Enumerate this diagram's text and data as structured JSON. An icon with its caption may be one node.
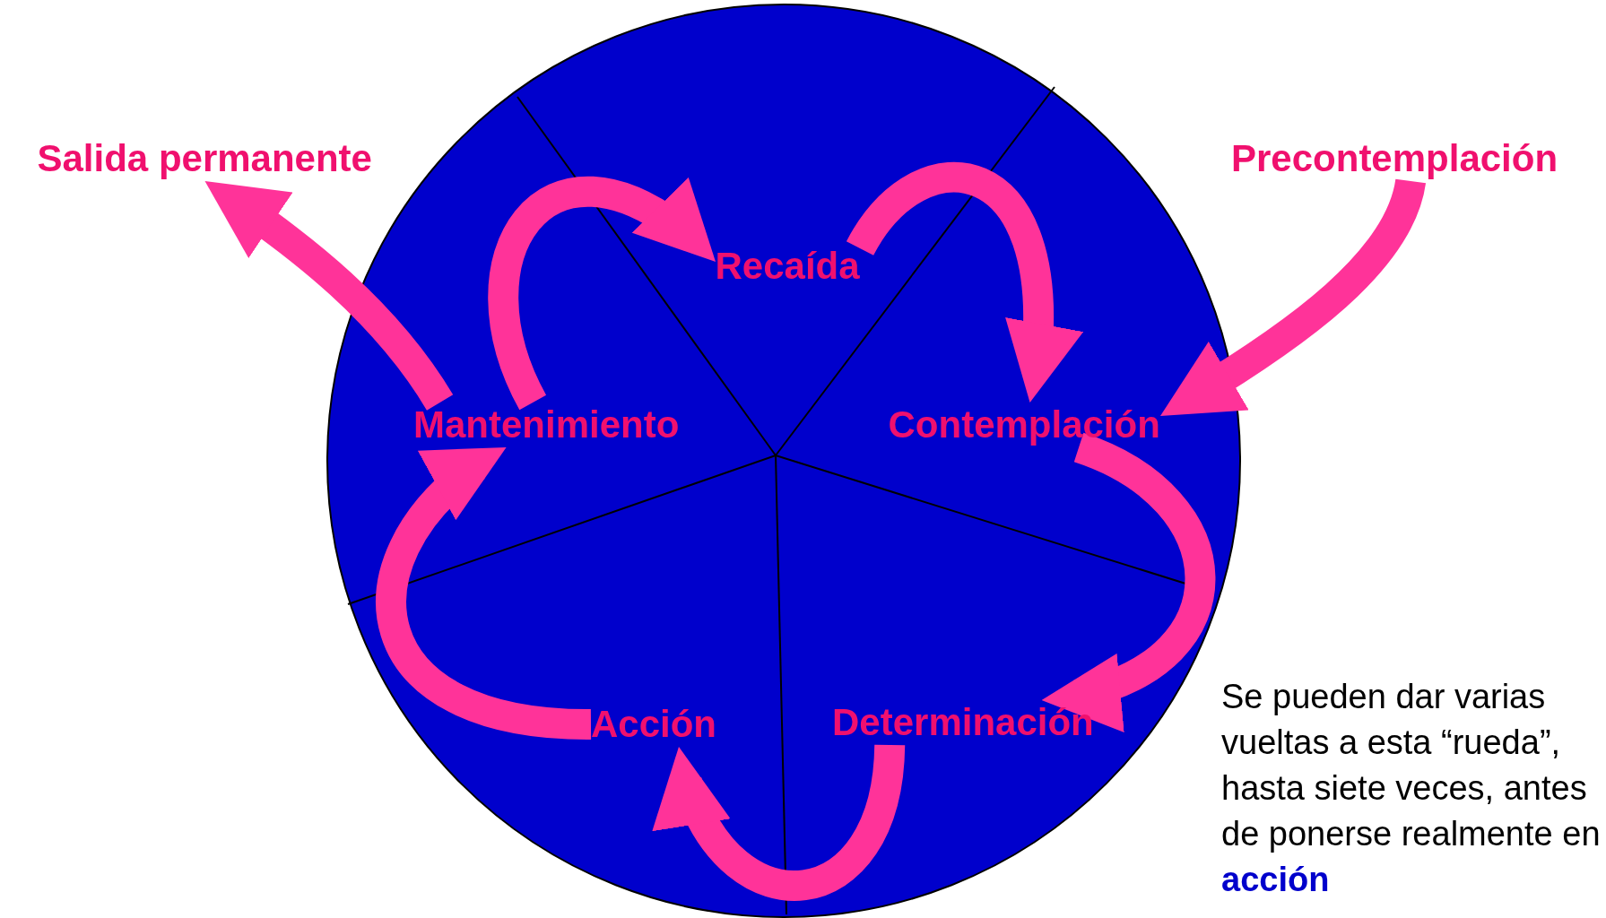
{
  "diagram": {
    "nodes": [
      {
        "text": [
          "Salida permanente"
        ]
      },
      {
        "text": [
          "Precontemplación"
        ]
      },
      {
        "text": [
          "Recaída"
        ]
      },
      {
        "text": [
          "Mantenimiento"
        ]
      },
      {
        "text": [
          "Contemplación"
        ]
      },
      {
        "text": [
          "Determinación"
        ]
      },
      {
        "text": [
          "Acción"
        ]
      }
    ],
    "edges": [
      {
        "from": 1,
        "to": 4,
        "arrow": "to"
      },
      {
        "from": 3,
        "to": 0,
        "arrow": "to"
      },
      {
        "from": 3,
        "to": 2,
        "arrow": "to"
      },
      {
        "from": 2,
        "to": 4,
        "arrow": "to"
      },
      {
        "from": 4,
        "to": 5,
        "arrow": "to"
      },
      {
        "from": 5,
        "to": 6,
        "arrow": "to"
      },
      {
        "from": 6,
        "to": 3,
        "arrow": "to"
      }
    ],
    "labels": [
      "Se pueden dar varias vueltas a esta “rueda”, hasta siete veces, antes de ponerse realmente en **acción**"
    ]
  }
}
